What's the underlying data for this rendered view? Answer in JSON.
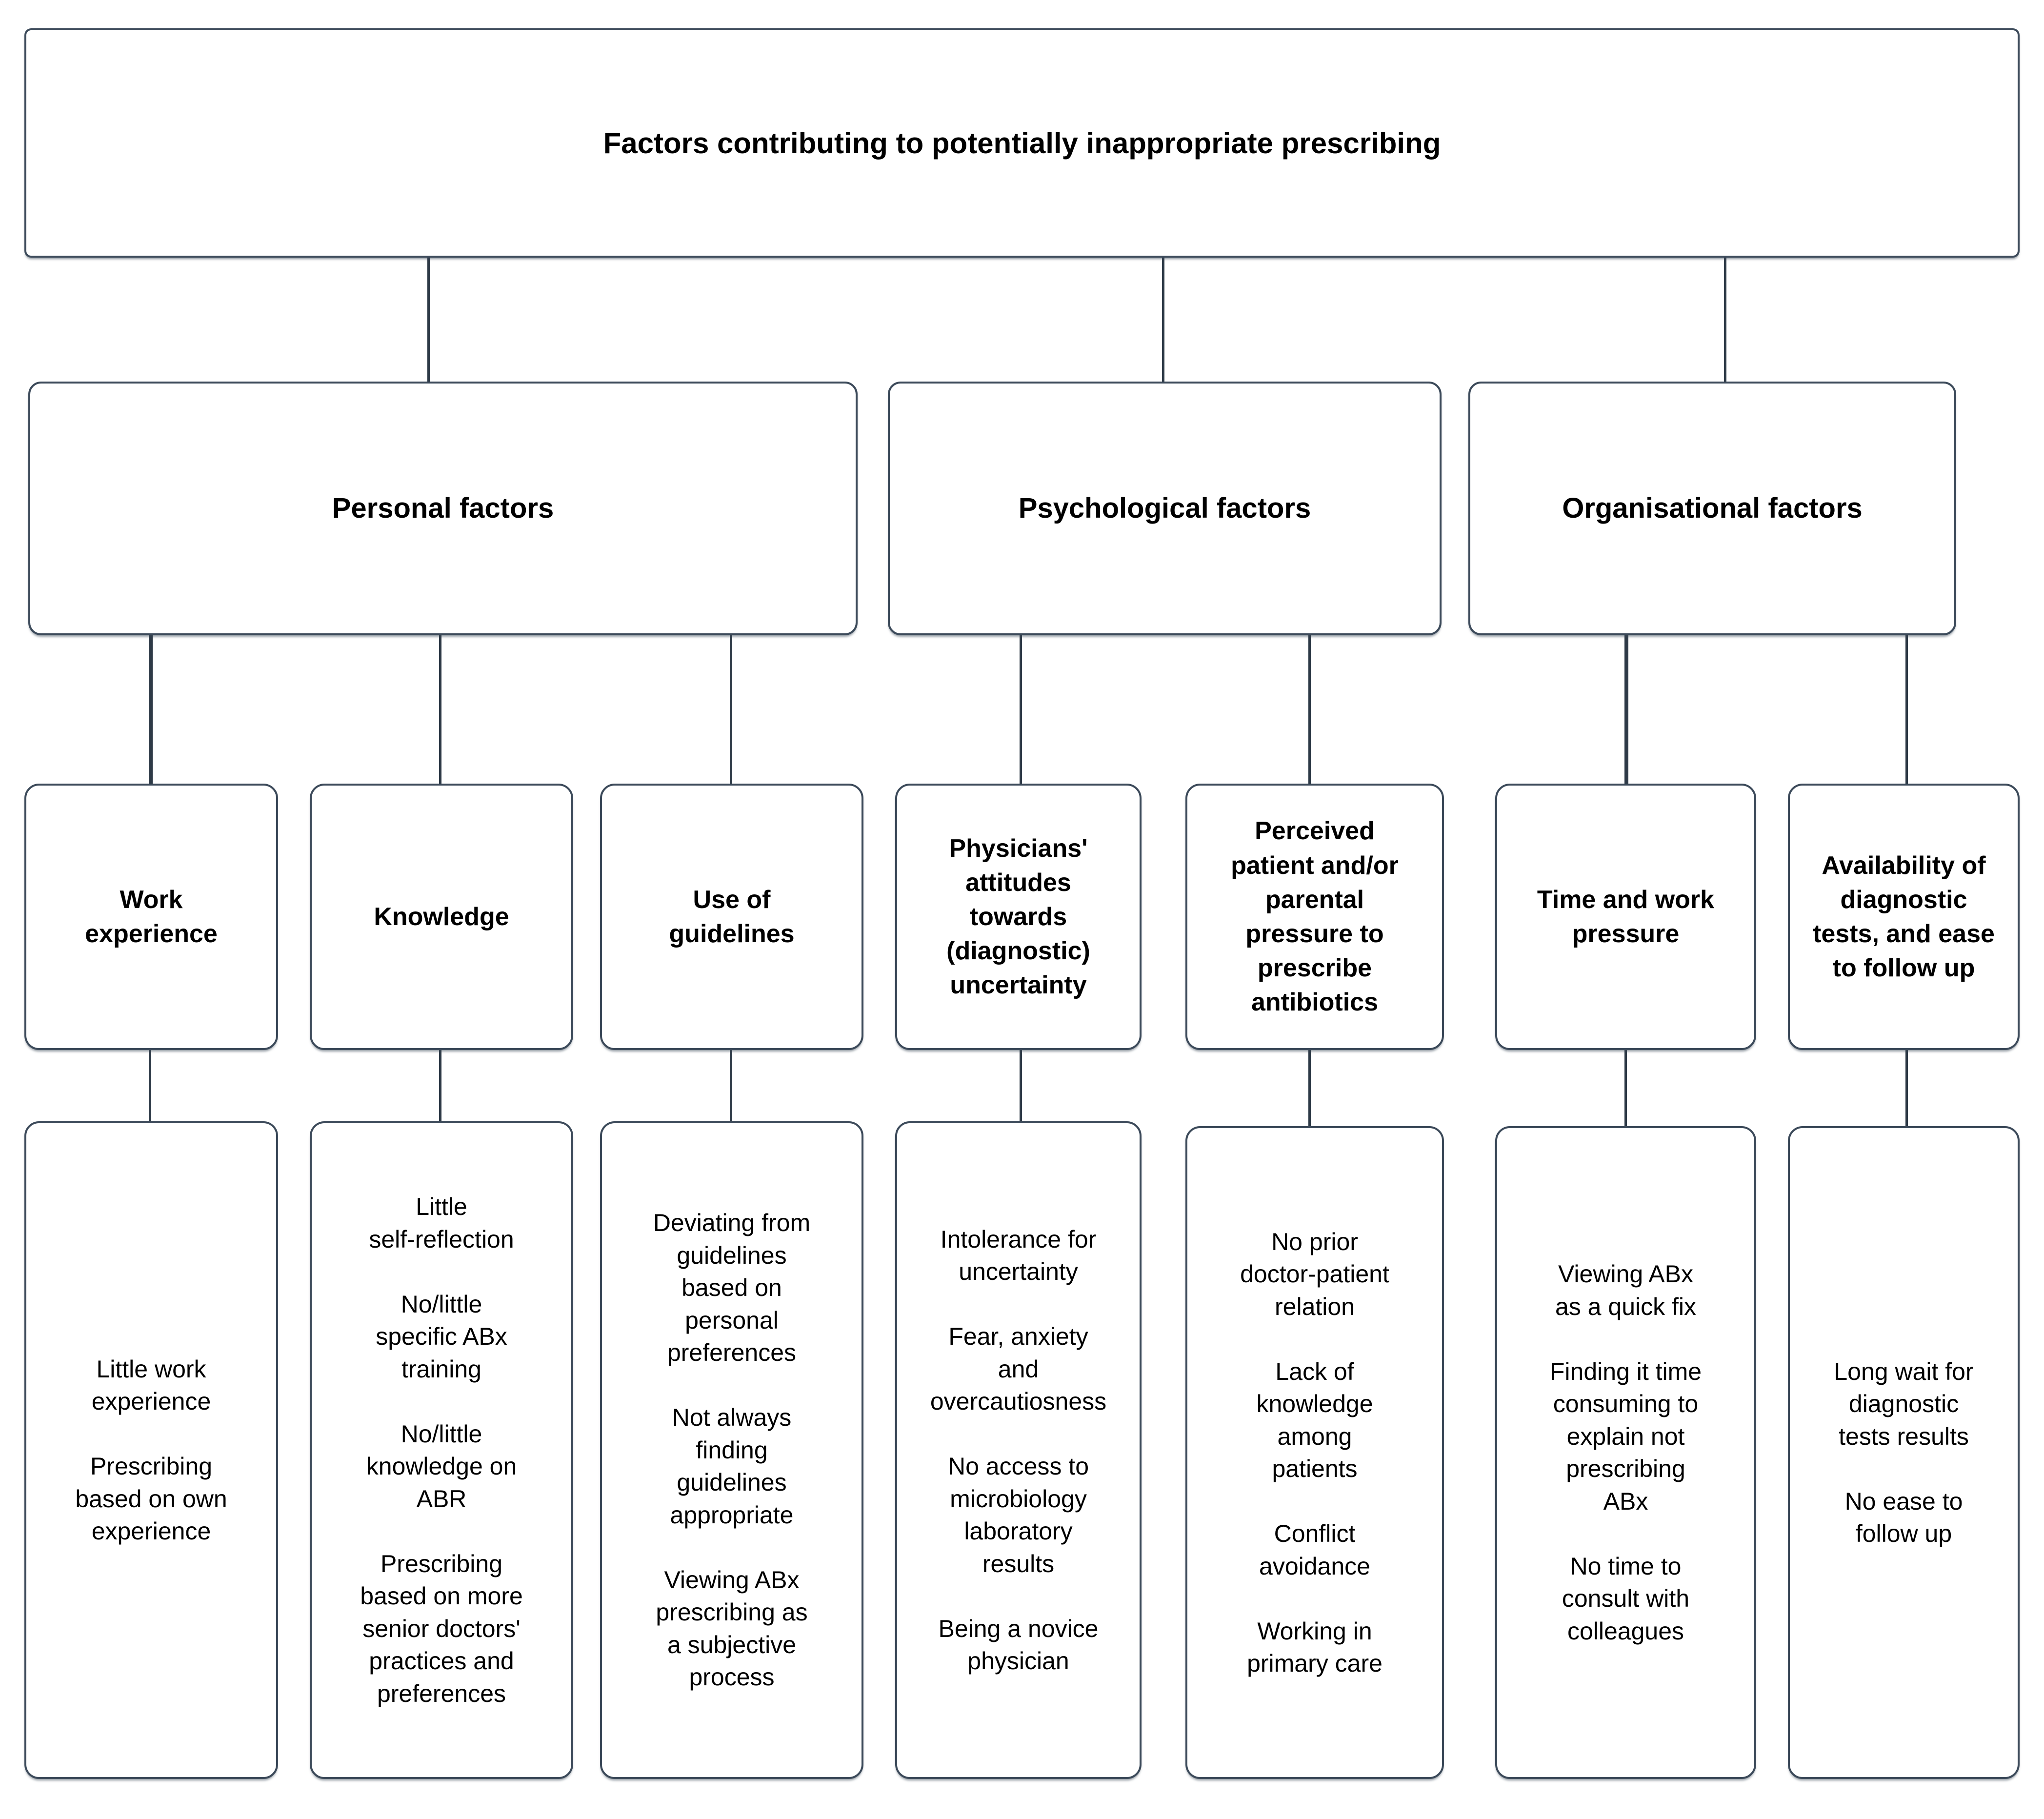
{
  "diagram": {
    "title": "Factors contributing to potentially inappropriate prescribing",
    "type": "hierarchy-flowchart",
    "colors": {
      "box_border": "#3c4a5a",
      "connector": "#2e3a47",
      "background": "#ffffff",
      "text": "#000000"
    },
    "root": {
      "label": "Factors contributing to potentially inappropriate prescribing"
    },
    "branches": [
      {
        "label": "Personal factors",
        "subthemes": [
          {
            "label": "Work\nexperience",
            "details": "Little work\nexperience\n\nPrescribing\nbased on own\nexperience"
          },
          {
            "label": "Knowledge",
            "details": "Little\nself-reflection\n\nNo/little\nspecific ABx\ntraining\n\nNo/little\nknowledge on\nABR\n\nPrescribing\nbased on more\nsenior doctors'\npractices and\npreferences"
          },
          {
            "label": "Use of\nguidelines",
            "details": "Deviating from\nguidelines\nbased on\npersonal\npreferences\n\nNot always\nfinding\nguidelines\nappropriate\n\nViewing ABx\nprescribing as\na subjective\nprocess"
          }
        ]
      },
      {
        "label": "Psychological factors",
        "subthemes": [
          {
            "label": "Physicians'\nattitudes\ntowards\n(diagnostic)\nuncertainty",
            "details": "Intolerance for\nuncertainty\n\nFear, anxiety\nand\novercautiosness\n\nNo access to\nmicrobiology\nlaboratory\nresults\n\nBeing a novice\nphysician"
          },
          {
            "label": "Perceived\npatient and/or\nparental\npressure to\nprescribe\nantibiotics",
            "details": "No prior\ndoctor-patient\nrelation\n\nLack of\nknowledge\namong\npatients\n\nConflict\navoidance\n\nWorking in\nprimary care"
          }
        ]
      },
      {
        "label": "Organisational factors",
        "subthemes": [
          {
            "label": "Time and work\npressure",
            "details": "Viewing ABx\nas a quick fix\n\nFinding it time\nconsuming to\nexplain not\nprescribing\nABx\n\nNo time to\nconsult with\ncolleagues"
          },
          {
            "label": "Availability of\ndiagnostic\ntests, and ease\nto follow up",
            "details": "Long wait for\ndiagnostic\ntests results\n\nNo ease to\nfollow up"
          }
        ]
      }
    ]
  }
}
